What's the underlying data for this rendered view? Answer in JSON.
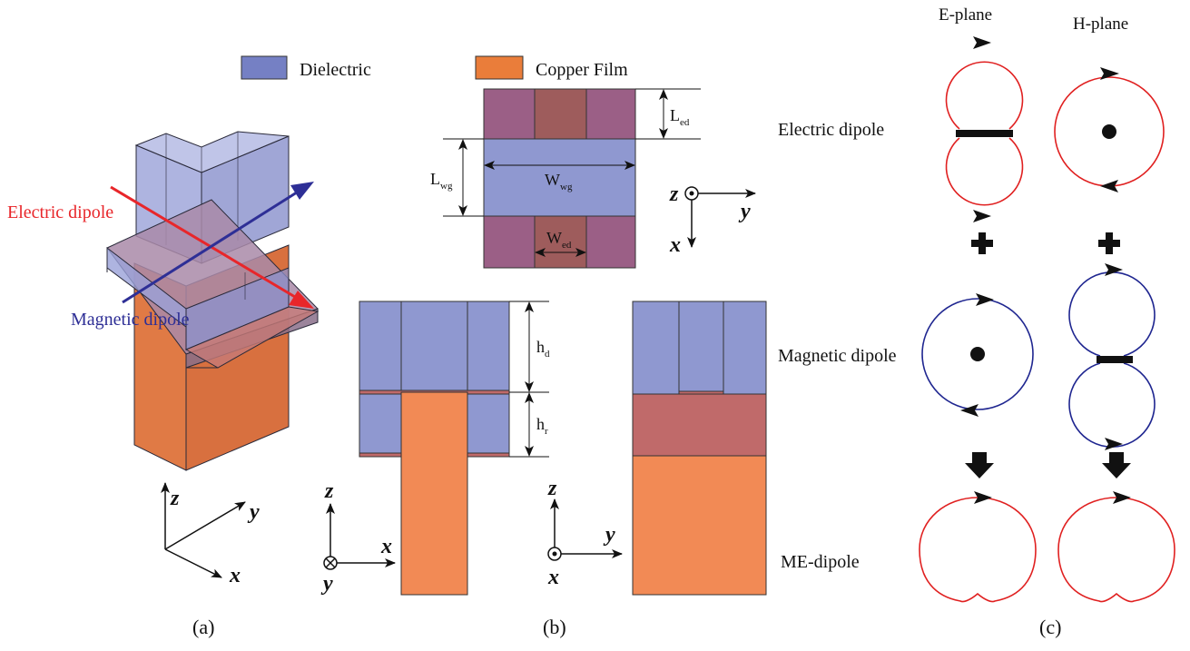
{
  "legend": {
    "dielectric": "Dielectric",
    "copper": "Copper Film"
  },
  "colors": {
    "dielectric": "#8f98d0",
    "dielectric_3d": "#9aa1d8",
    "copper": "#ef8a55",
    "copper_3d": "#d8703f",
    "mixed": "#9b5f86",
    "mixed_dark": "#9e5c5c",
    "rose": "#c06a6a",
    "red": "#e8262a",
    "blue": "#2e2f96",
    "loop_red": "#e02020",
    "loop_blue": "#1f2690"
  },
  "panel_a": {
    "electric_label": "Electric dipole",
    "magnetic_label": "Magnetic dipole",
    "axes": {
      "z": "z",
      "y": "y",
      "x": "x"
    },
    "caption": "(a)"
  },
  "panel_b": {
    "L_ed": {
      "base": "L",
      "sub": "ed"
    },
    "L_wg": {
      "base": "L",
      "sub": "wg"
    },
    "W_wg": {
      "base": "W",
      "sub": "wg"
    },
    "W_ed": {
      "base": "W",
      "sub": "ed"
    },
    "h_d": {
      "base": "h",
      "sub": "d"
    },
    "h_r": {
      "base": "h",
      "sub": "r"
    },
    "top_axes": {
      "z": "z",
      "y": "y",
      "x": "x"
    },
    "left_axes": {
      "z": "z",
      "x": "x",
      "y": "y"
    },
    "right_axes": {
      "z": "z",
      "y": "y",
      "x": "x"
    },
    "caption": "(b)"
  },
  "panel_c": {
    "e_plane": "E-plane",
    "h_plane": "H-plane",
    "rows": [
      "Electric dipole",
      "Magnetic dipole",
      "ME-dipole"
    ],
    "caption": "(c)"
  }
}
